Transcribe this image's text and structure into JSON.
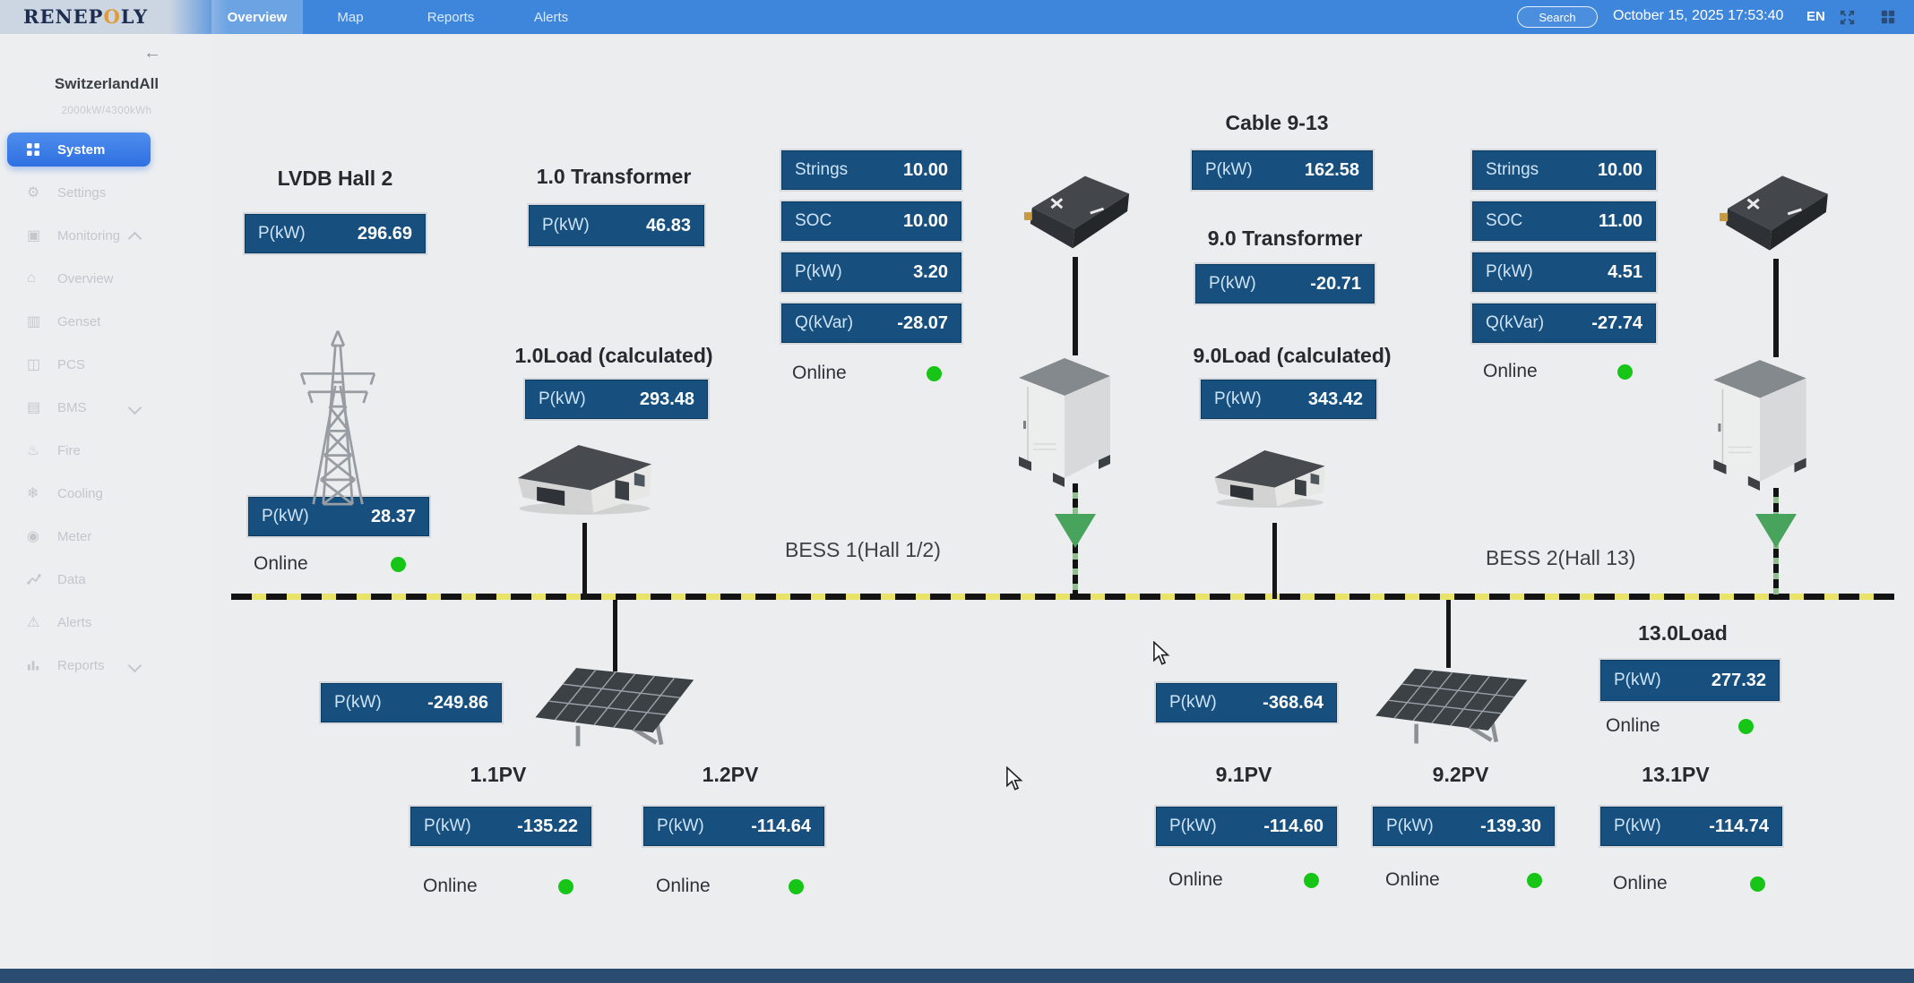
{
  "topbar": {
    "logo_pre": "RENEP",
    "logo_o": "O",
    "logo_post": "LY",
    "tabs": [
      {
        "label": "Overview",
        "active": true
      },
      {
        "label": "Map",
        "active": false
      },
      {
        "label": "Reports",
        "active": false
      },
      {
        "label": "Alerts",
        "active": false
      }
    ],
    "search_label": "Search",
    "datetime": "October 15, 2025 17:53:40",
    "language": "EN",
    "icons": [
      "fullscreen-icon",
      "apps-grid-icon"
    ]
  },
  "sidebar": {
    "back_icon": "←",
    "site_name": "SwitzerlandAll",
    "site_capacity": "2000kW/4300kWh",
    "items": [
      {
        "label": "System",
        "icon": "grid-icon",
        "active": true
      },
      {
        "label": "Settings",
        "icon": "gear-icon"
      },
      {
        "label": "Monitoring",
        "icon": "monitor-icon",
        "chevron": "up"
      },
      {
        "label": "Overview",
        "icon": "home-icon"
      },
      {
        "label": "Genset",
        "icon": "genset-icon"
      },
      {
        "label": "PCS",
        "icon": "pcs-icon"
      },
      {
        "label": "BMS",
        "icon": "bms-icon",
        "chevron": "down"
      },
      {
        "label": "Fire",
        "icon": "fire-icon"
      },
      {
        "label": "Cooling",
        "icon": "cooling-icon"
      },
      {
        "label": "Meter",
        "icon": "meter-icon"
      },
      {
        "label": "Data",
        "icon": "data-icon"
      },
      {
        "label": "Alerts",
        "icon": "alerts-icon"
      },
      {
        "label": "Reports",
        "icon": "reports-icon",
        "chevron": "down"
      }
    ]
  },
  "diagram": {
    "lvdb": {
      "title": "LVDB Hall 2",
      "metric": {
        "label": "P(kW)",
        "value": "296.69"
      }
    },
    "grid_meter": {
      "metric": {
        "label": "P(kW)",
        "value": "28.37"
      },
      "status": "Online"
    },
    "transformer1": {
      "title": "1.0 Transformer",
      "metric": {
        "label": "P(kW)",
        "value": "46.83"
      }
    },
    "load1": {
      "title": "1.0Load (calculated)",
      "metric": {
        "label": "P(kW)",
        "value": "293.48"
      }
    },
    "bess1": {
      "label": "BESS 1(Hall 1/2)",
      "status": "Online",
      "rows": [
        {
          "label": "Strings",
          "value": "10.00"
        },
        {
          "label": "SOC",
          "value": "10.00"
        },
        {
          "label": "P(kW)",
          "value": "3.20"
        },
        {
          "label": "Q(kVar)",
          "value": "-28.07"
        }
      ]
    },
    "cable913": {
      "title": "Cable 9-13",
      "metric": {
        "label": "P(kW)",
        "value": "162.58"
      }
    },
    "transformer9": {
      "title": "9.0 Transformer",
      "metric": {
        "label": "P(kW)",
        "value": "-20.71"
      }
    },
    "load9": {
      "title": "9.0Load (calculated)",
      "metric": {
        "label": "P(kW)",
        "value": "343.42"
      }
    },
    "bess2": {
      "label": "BESS 2(Hall 13)",
      "status": "Online",
      "rows": [
        {
          "label": "Strings",
          "value": "10.00"
        },
        {
          "label": "SOC",
          "value": "11.00"
        },
        {
          "label": "P(kW)",
          "value": "4.51"
        },
        {
          "label": "Q(kVar)",
          "value": "-27.74"
        }
      ]
    },
    "pv_meter_1": {
      "metric": {
        "label": "P(kW)",
        "value": "-249.86"
      }
    },
    "pv11": {
      "title": "1.1PV",
      "metric": {
        "label": "P(kW)",
        "value": "-135.22"
      },
      "status": "Online"
    },
    "pv12": {
      "title": "1.2PV",
      "metric": {
        "label": "P(kW)",
        "value": "-114.64"
      },
      "status": "Online"
    },
    "pv_meter_9": {
      "metric": {
        "label": "P(kW)",
        "value": "-368.64"
      }
    },
    "pv91": {
      "title": "9.1PV",
      "metric": {
        "label": "P(kW)",
        "value": "-114.60"
      },
      "status": "Online"
    },
    "pv92": {
      "title": "9.2PV",
      "metric": {
        "label": "P(kW)",
        "value": "-139.30"
      },
      "status": "Online"
    },
    "load13": {
      "title": "13.0Load",
      "metric": {
        "label": "P(kW)",
        "value": "277.32"
      },
      "status": "Online"
    },
    "pv131": {
      "title": "13.1PV",
      "metric": {
        "label": "P(kW)",
        "value": "-114.74"
      },
      "status": "Online"
    }
  },
  "colors": {
    "topbar_blue": "#3e86db",
    "panel_navy": "#17507f",
    "status_green": "#17c517",
    "bus_yellow": "#e9e469",
    "flow_green": "#48a35c",
    "sidebar_active_blue": "#2f70e2"
  }
}
